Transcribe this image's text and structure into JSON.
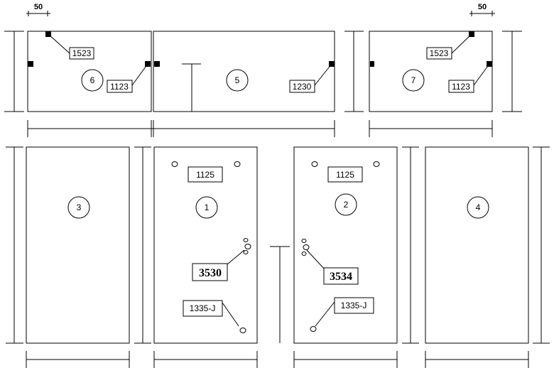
{
  "dimensions": {
    "left_50": "50",
    "right_50": "50"
  },
  "panels": {
    "p1": {
      "number": "1",
      "code_top": "1125",
      "code_mid": "3530",
      "code_bottom": "1335-J"
    },
    "p2": {
      "number": "2",
      "code_top": "1125",
      "code_mid": "3534",
      "code_bottom": "1335-J"
    },
    "p3": {
      "number": "3"
    },
    "p4": {
      "number": "4"
    },
    "p5": {
      "number": "5",
      "code_right": "1230"
    },
    "p6": {
      "number": "6",
      "code_top": "1523",
      "code_right": "1123"
    },
    "p7": {
      "number": "7",
      "code_top": "1523",
      "code_right": "1123"
    }
  }
}
